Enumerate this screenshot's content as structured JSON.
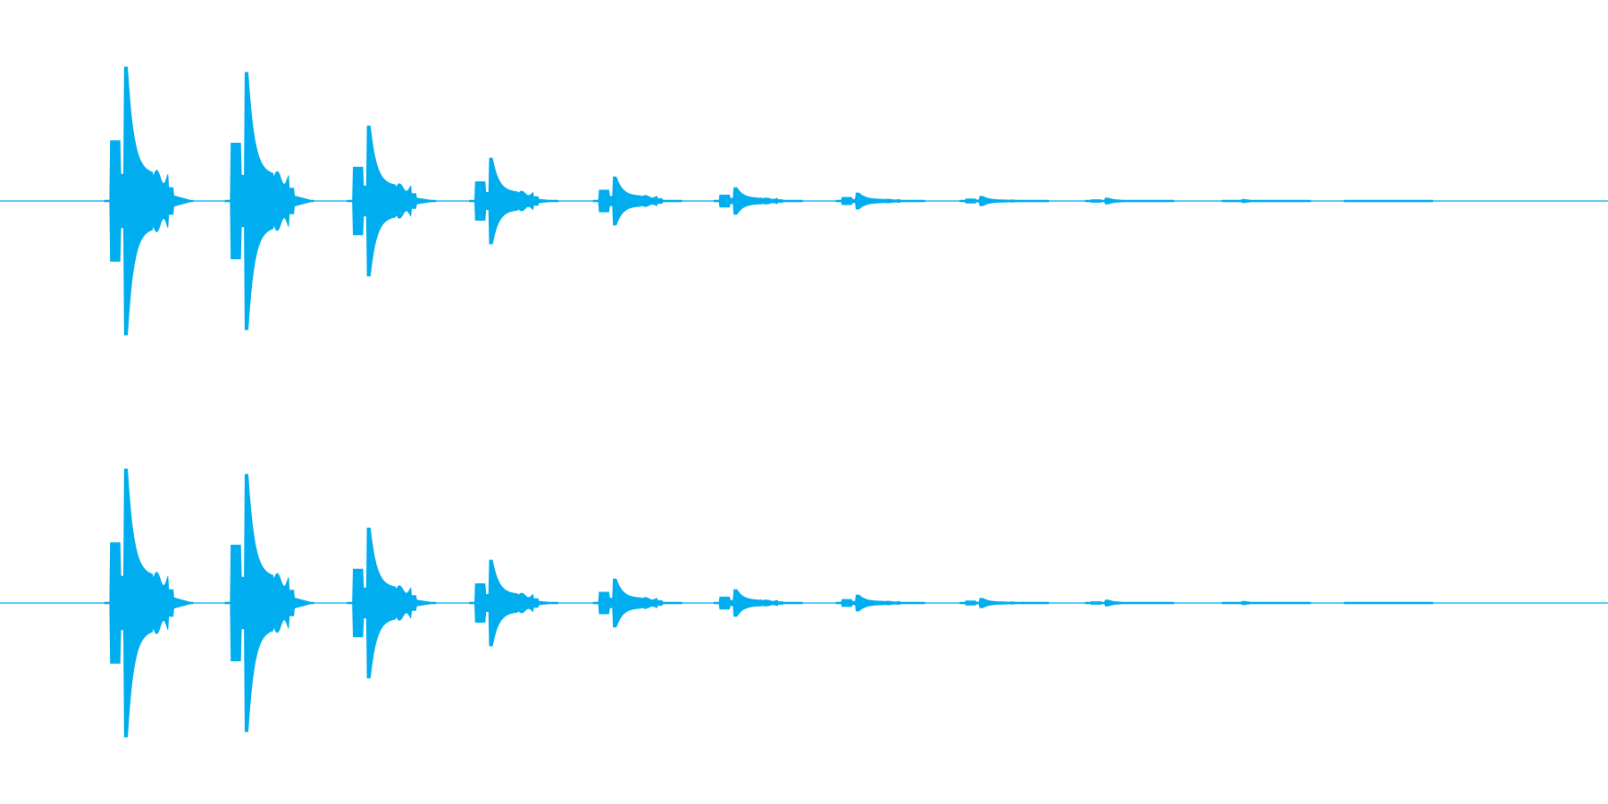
{
  "waveform": {
    "color": "#00aeef",
    "channels": [
      {
        "name": ""
      },
      {
        "name": ""
      }
    ],
    "bursts": [
      {
        "onset": 0.065,
        "level": 1.0
      },
      {
        "onset": 0.14,
        "level": 0.96
      },
      {
        "onset": 0.216,
        "level": 0.56
      },
      {
        "onset": 0.292,
        "level": 0.32
      },
      {
        "onset": 0.369,
        "level": 0.18
      },
      {
        "onset": 0.444,
        "level": 0.1
      },
      {
        "onset": 0.52,
        "level": 0.06
      },
      {
        "onset": 0.597,
        "level": 0.035
      },
      {
        "onset": 0.675,
        "level": 0.022
      },
      {
        "onset": 0.76,
        "level": 0.012
      },
      {
        "onset": 0.836,
        "level": 0.006
      }
    ]
  }
}
